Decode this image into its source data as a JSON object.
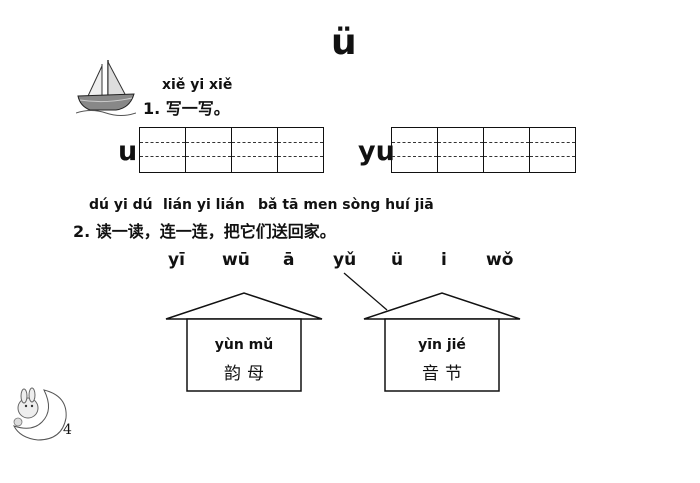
{
  "title": "ü",
  "exercise1": {
    "pinyin": "xiě yi xiě",
    "label": "1. 写一写。",
    "left_letter": "u",
    "right_letter": "yu"
  },
  "exercise2": {
    "pinyin": [
      "dú yi dú",
      "lián yi lián",
      "bǎ tā men sòng huí jiā"
    ],
    "label": "2. 读一读，连一连，把它们送回家。"
  },
  "options": [
    "yī",
    "wū",
    "ā",
    "yǔ",
    "ü",
    "i",
    "wǒ"
  ],
  "houses": [
    {
      "pinyin": "yùn mǔ",
      "chinese": "韵母"
    },
    {
      "pinyin": "yīn jié",
      "chinese": "音节"
    }
  ],
  "page_number": "4"
}
